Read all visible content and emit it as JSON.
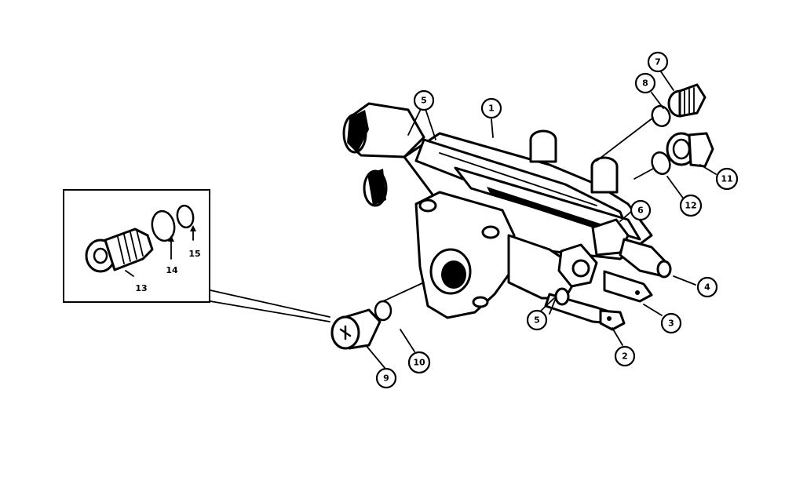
{
  "diagram": {
    "callouts": {
      "c1": "1",
      "c2": "2",
      "c3": "3",
      "c4": "4",
      "c5a": "5",
      "c5b": "5",
      "c6": "6",
      "c7": "7",
      "c8": "8",
      "c9": "9",
      "c10": "10",
      "c11": "11",
      "c12": "12"
    },
    "inset": {
      "label13": "13",
      "label14": "14",
      "label15": "15"
    }
  }
}
